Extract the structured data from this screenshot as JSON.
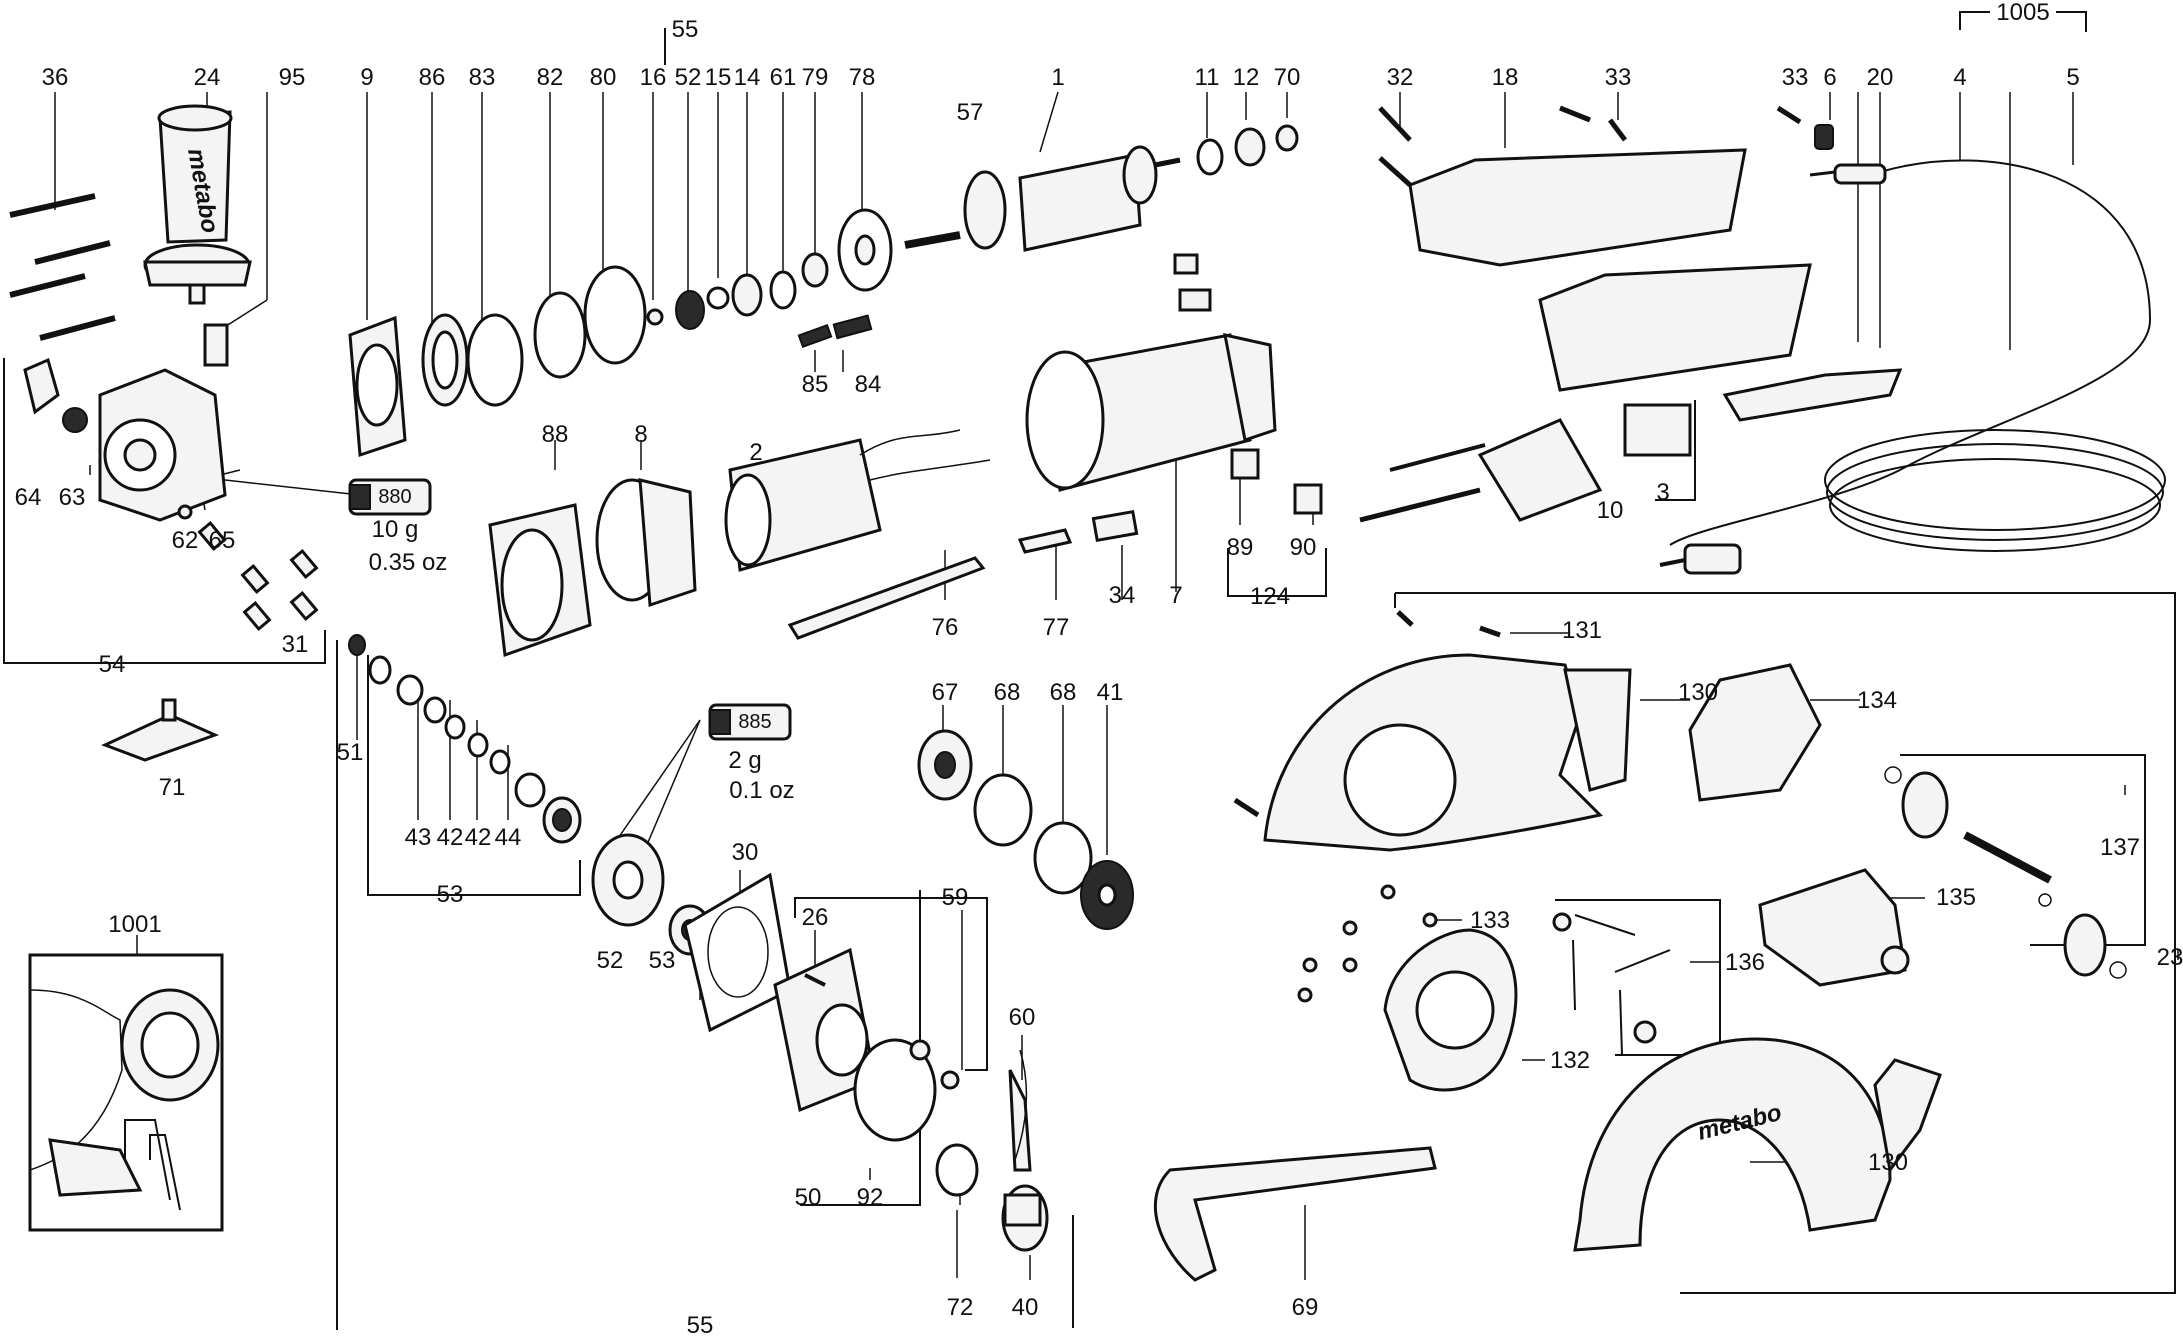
{
  "labels": {
    "p1": "1",
    "p1005": "1005",
    "p4": "4",
    "p5": "5",
    "p36": "36",
    "p24": "24",
    "p95": "95",
    "p9": "9",
    "p86": "86",
    "p83": "83",
    "p82": "82",
    "p80": "80",
    "p16": "16",
    "p55top": "55",
    "p52a": "52",
    "p15": "15",
    "p14": "14",
    "p61": "61",
    "p79": "79",
    "p78": "78",
    "p57": "57",
    "p11": "11",
    "p12": "12",
    "p70": "70",
    "p32": "32",
    "p18": "18",
    "p33a": "33",
    "p33b": "33",
    "p6": "6",
    "p20": "20",
    "p85": "85",
    "p84": "84",
    "p88": "88",
    "p8": "8",
    "p2": "2",
    "p64": "64",
    "p63": "63",
    "p10": "10",
    "p3": "3",
    "p89": "89",
    "p90": "90",
    "p124": "124",
    "p7": "7",
    "p34": "34",
    "p77": "77",
    "p76": "76",
    "p62": "62",
    "p65": "65",
    "p31": "31",
    "p54": "54",
    "p131": "131",
    "p130a": "130",
    "p134": "134",
    "p71": "71",
    "p51": "51",
    "p43": "43",
    "p42a": "42",
    "p42b": "42",
    "p44": "44",
    "p53a": "53",
    "p67": "67",
    "p68a": "68",
    "p68b": "68",
    "p41": "41",
    "p137": "137",
    "p135": "135",
    "p23": "23",
    "p1001": "1001",
    "p30": "30",
    "p59": "59",
    "p26": "26",
    "p52b": "52",
    "p53b": "53",
    "p133": "133",
    "p136": "136",
    "p132": "132",
    "p60": "60",
    "p50": "50",
    "p92": "92",
    "p130b": "130",
    "p72": "72",
    "p40": "40",
    "p69": "69",
    "p55bot": "55"
  },
  "grease": {
    "tube880": "880",
    "amount880": "10 g",
    "amountoz880": "0.35 oz",
    "tube885": "885",
    "amount885": "2 g",
    "amountoz885": "0.1 oz"
  },
  "brand": {
    "wordmark": "metabo"
  },
  "colors": {
    "ink": "#111111",
    "paper": "#ffffff",
    "part_fill": "#f4f4f4"
  }
}
